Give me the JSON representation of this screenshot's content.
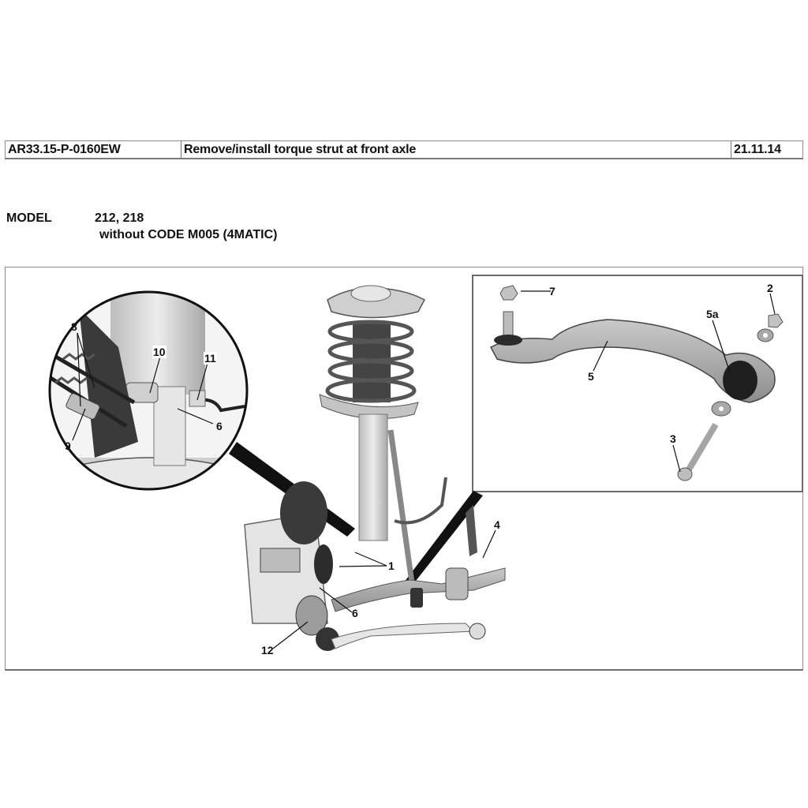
{
  "header": {
    "document_id": "AR33.15-P-0160EW",
    "title": "Remove/install torque strut at front axle",
    "date": "21.11.14"
  },
  "model": {
    "label": "MODEL",
    "numbers": "212, 218",
    "code_note": "without CODE M005 (4MATIC)"
  },
  "figure": {
    "description": "Front axle suspension with strut, spring, brake caliper and torque strut; magnified detail circle and exploded inset of torque strut",
    "detail_circle_callouts": [
      "8",
      "10",
      "11",
      "6",
      "9"
    ],
    "inset_callouts": [
      "7",
      "2",
      "5a",
      "5",
      "3"
    ],
    "main_callouts": [
      "4",
      "1",
      "6",
      "12"
    ]
  },
  "colors": {
    "border": "#8c8c8c",
    "text": "#111111",
    "part_light": "#d9d9d9",
    "part_mid": "#a8a8a8",
    "part_dark": "#3a3a3a"
  }
}
